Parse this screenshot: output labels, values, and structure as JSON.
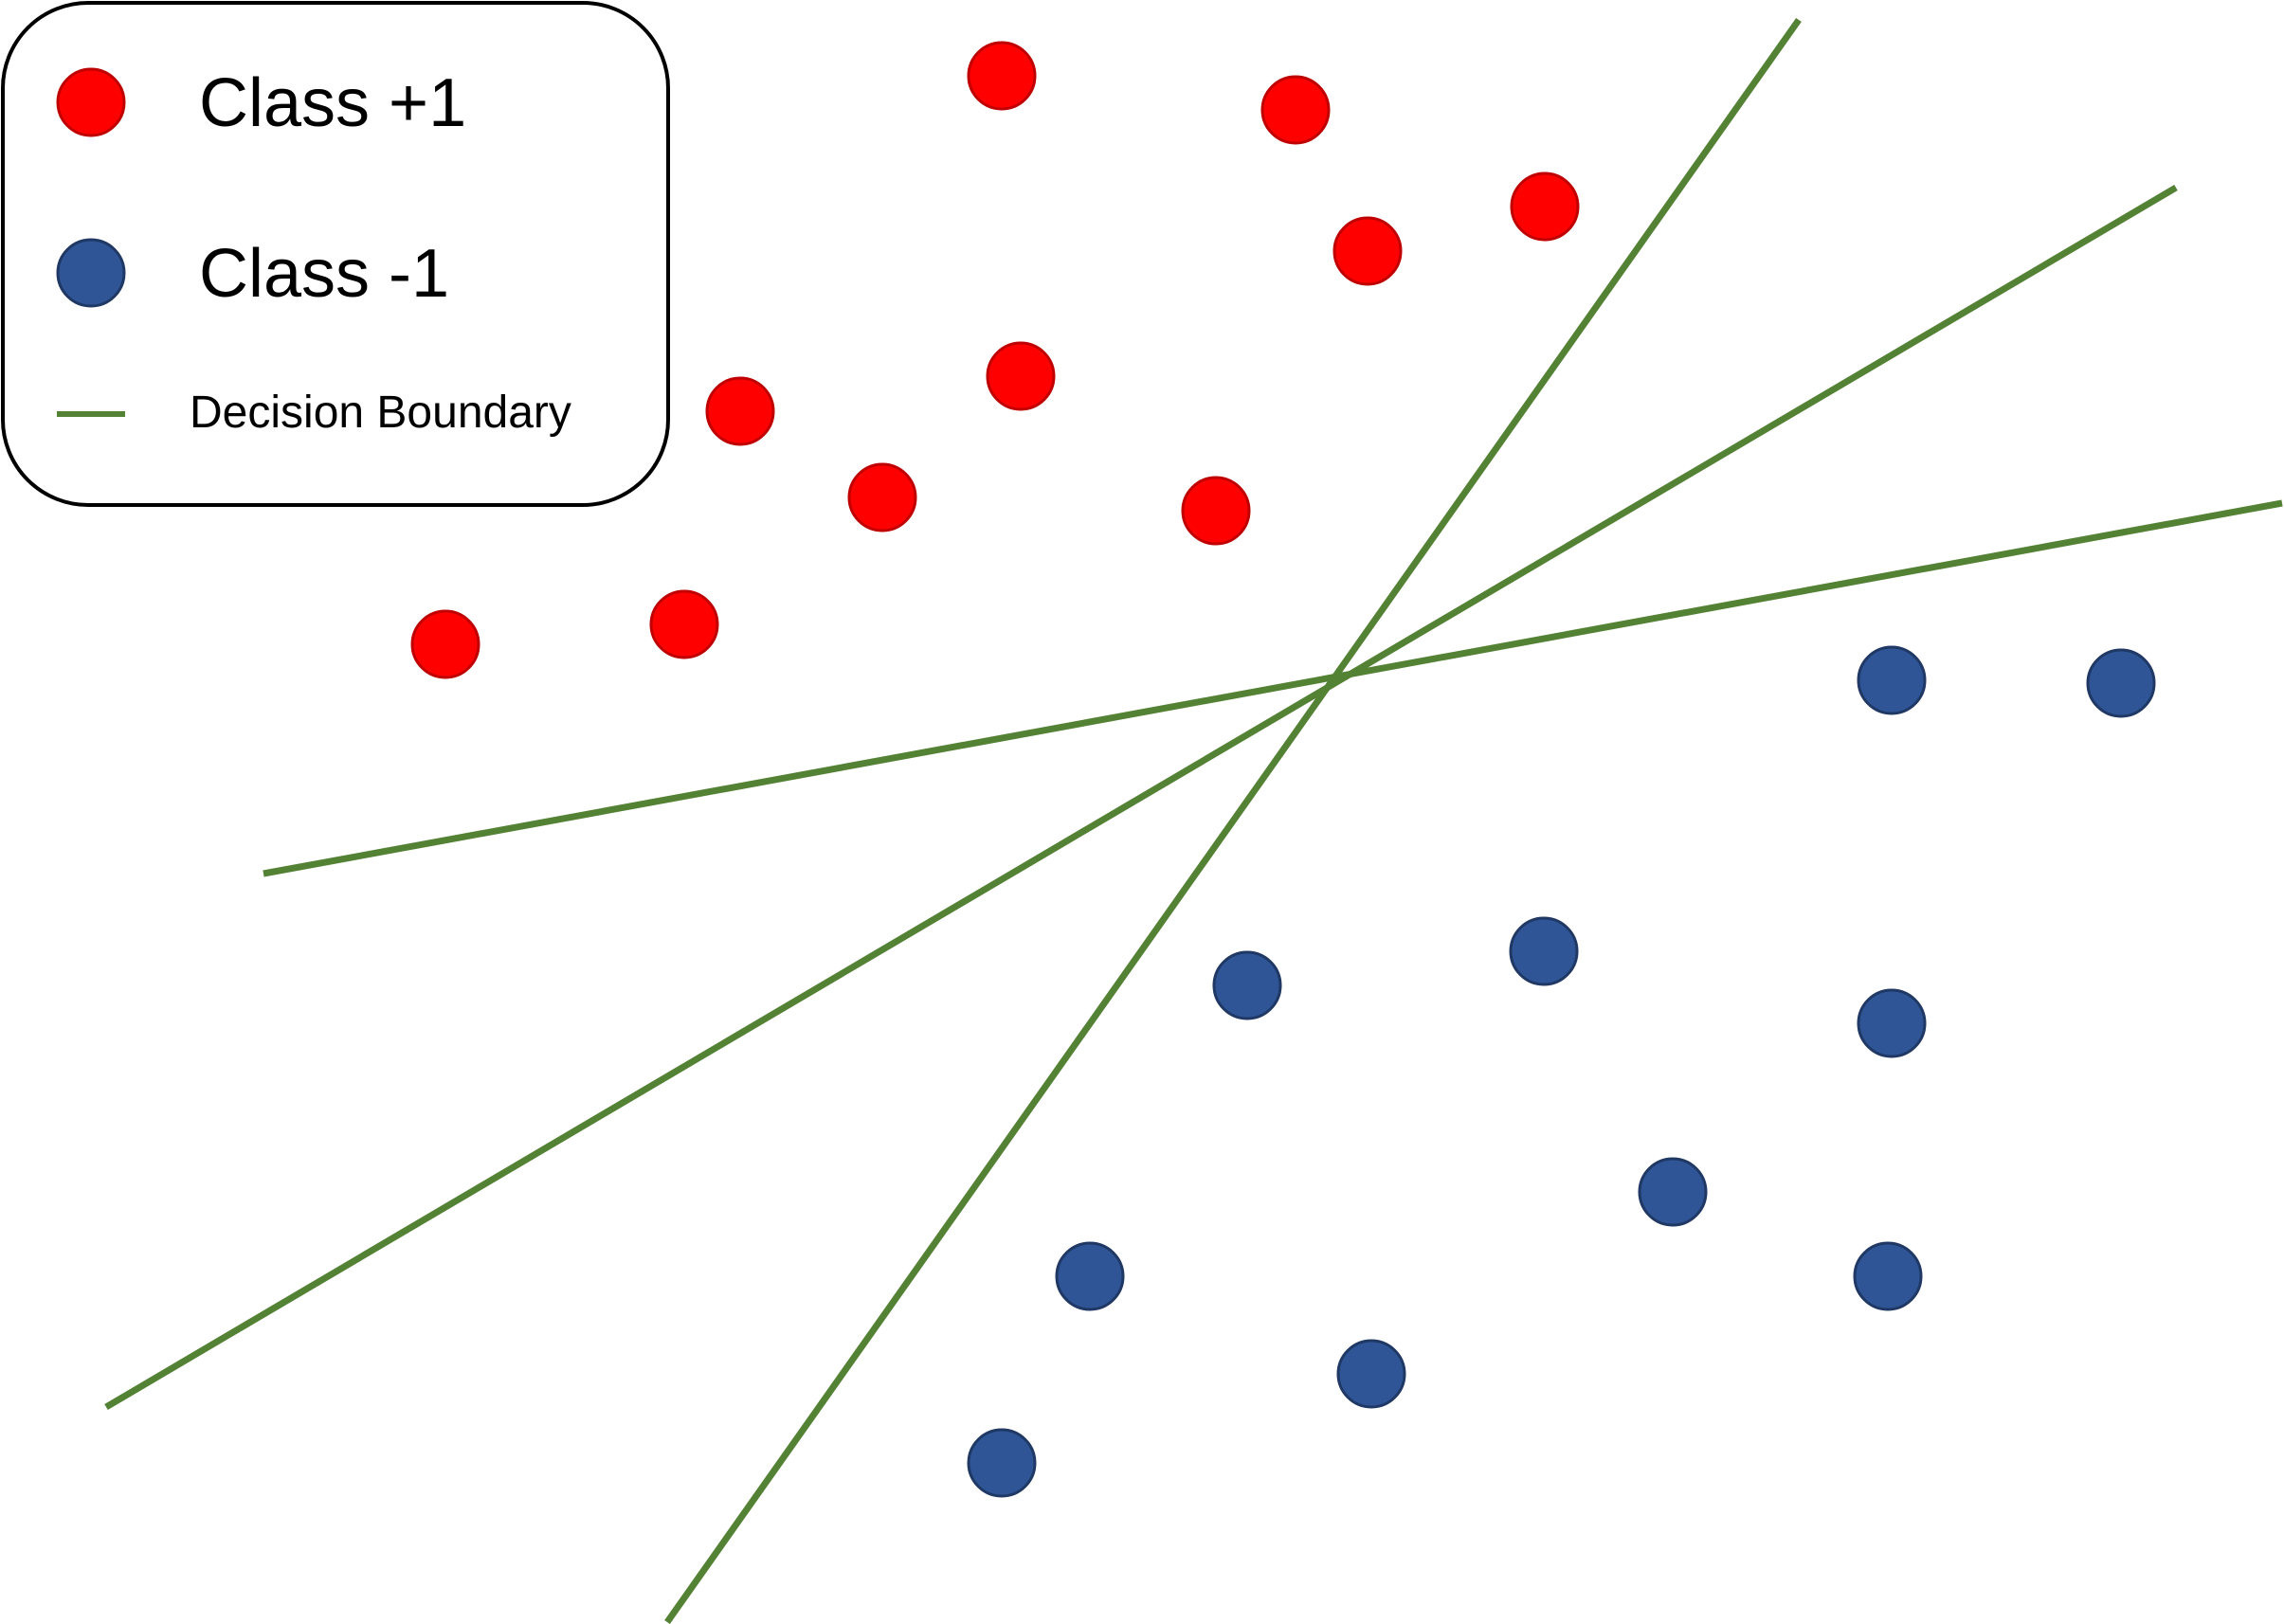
{
  "legend": {
    "class_pos": {
      "label": "Class +1",
      "color": "#ff0000"
    },
    "class_neg": {
      "label": "Class -1",
      "color": "#2f5597"
    },
    "boundary": {
      "label": "Decision Boundary",
      "color": "#548235"
    }
  },
  "points": {
    "class_pos": [
      [
        1057,
        80
      ],
      [
        1367,
        116
      ],
      [
        1630,
        218
      ],
      [
        1443,
        265
      ],
      [
        1077,
        397
      ],
      [
        781,
        434
      ],
      [
        931,
        525
      ],
      [
        1283,
        539
      ],
      [
        470,
        680
      ],
      [
        722,
        659
      ]
    ],
    "class_neg": [
      [
        1996,
        718
      ],
      [
        2238,
        721
      ],
      [
        1316,
        1040
      ],
      [
        1629,
        1004
      ],
      [
        1996,
        1080
      ],
      [
        1765,
        1258
      ],
      [
        1150,
        1347
      ],
      [
        1992,
        1347
      ],
      [
        1447,
        1450
      ],
      [
        1057,
        1544
      ]
    ]
  },
  "boundaries": [
    [
      [
        704,
        1712
      ],
      [
        1898,
        21
      ]
    ],
    [
      [
        112,
        1485
      ],
      [
        2296,
        198
      ]
    ],
    [
      [
        278,
        922
      ],
      [
        2408,
        531
      ]
    ]
  ]
}
